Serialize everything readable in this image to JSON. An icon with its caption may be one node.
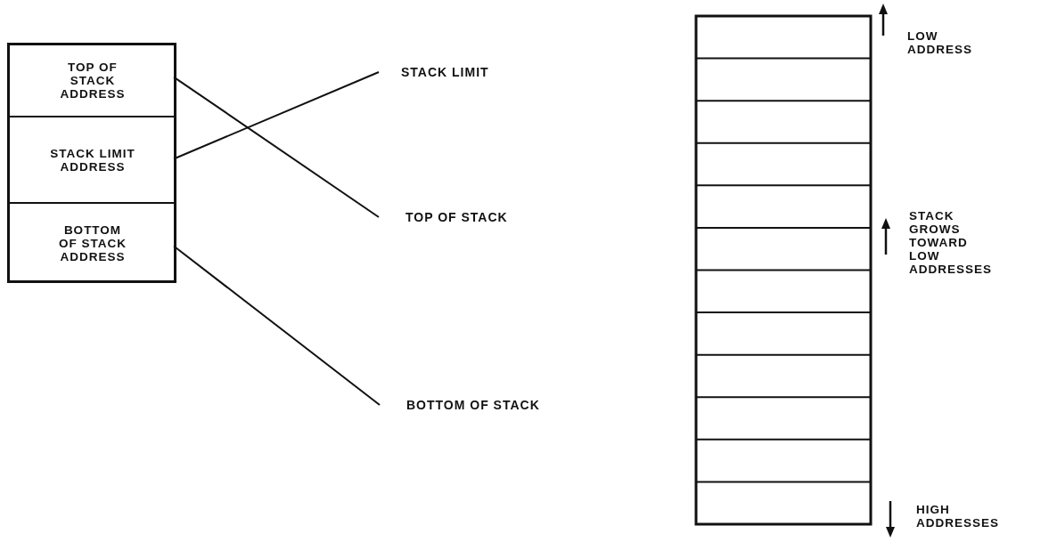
{
  "diagram": {
    "nodes": [
      {
        "text": [],
        "shape": "box"
      },
      {
        "text": [
          "TOP OF STACK ADDRESS"
        ],
        "in": 0
      },
      {
        "text": [
          "STACK LIMIT ADDRESS"
        ],
        "in": 0
      },
      {
        "text": [
          "BOTTOM OF STACK ADDRESS"
        ],
        "in": 0
      },
      {
        "text": [
          "STACK LIMIT"
        ]
      },
      {
        "text": [
          "TOP OF STACK"
        ]
      },
      {
        "text": [
          "BOTTOM OF STACK"
        ]
      }
    ],
    "edges": [
      {
        "from": 1,
        "to": 5,
        "arrow": "none"
      },
      {
        "from": 2,
        "to": 4,
        "arrow": "none"
      },
      {
        "from": 3,
        "to": 6,
        "arrow": "none"
      }
    ],
    "labels": [
      "LOW ADDRESS",
      "STACK GROWS TOWARD LOW ADDRESSES",
      "HIGH ADDRESSES"
    ]
  }
}
